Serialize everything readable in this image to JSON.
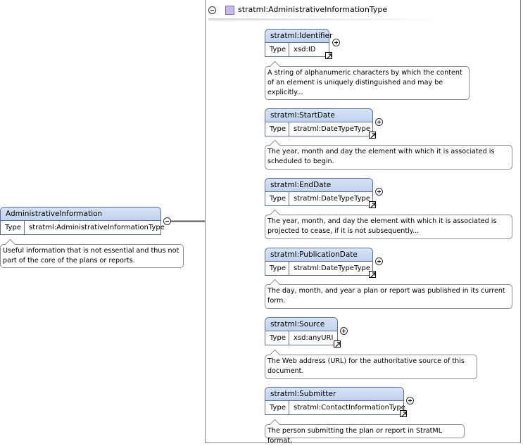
{
  "root_element": {
    "name": "AdministrativeInformation",
    "type_label": "Type",
    "type_value": "stratml:AdministrativeInformationType",
    "annotation": "Useful information that is not essential and thus not part of the core of the plans or reports."
  },
  "complex_type": {
    "title": "stratml:AdministrativeInformationType"
  },
  "children": [
    {
      "name": "stratml:Identifier",
      "type_label": "Type",
      "type_value": "xsd:ID",
      "annotation": "A string of alphanumeric characters by which the content of an element is uniquely distinguished and may be explicitly..."
    },
    {
      "name": "stratml:StartDate",
      "type_label": "Type",
      "type_value": "stratml:DateTypeType",
      "annotation": "The year, month and day the element with which it is associated is scheduled to begin."
    },
    {
      "name": "stratml:EndDate",
      "type_label": "Type",
      "type_value": "stratml:DateTypeType",
      "annotation": "The year, month, and day the element with which it is associated is projected to cease, if it is not subsequently..."
    },
    {
      "name": "stratml:PublicationDate",
      "type_label": "Type",
      "type_value": "stratml:DateTypeType",
      "annotation": "The day, month, and year a plan or report was published in its current form."
    },
    {
      "name": "stratml:Source",
      "type_label": "Type",
      "type_value": "xsd:anyURI",
      "annotation": "The Web address (URL) for the authoritative source of this document."
    },
    {
      "name": "stratml:Submitter",
      "type_label": "Type",
      "type_value": "stratml:ContactInformationType",
      "annotation": "The person submitting the plan or report in StratML format."
    }
  ],
  "icons": {
    "collapse": "collapse-toggle-icon",
    "expand": "expand-toggle-icon",
    "sequence": "sequence-compositor-icon",
    "link": "type-link-icon",
    "complex_type": "complex-type-icon"
  },
  "colors": {
    "element_header": "#c8d7f0",
    "element_border": "#5a6e96",
    "complex_type_icon": "#c8b8e8",
    "compositor": "#efe6b4"
  }
}
